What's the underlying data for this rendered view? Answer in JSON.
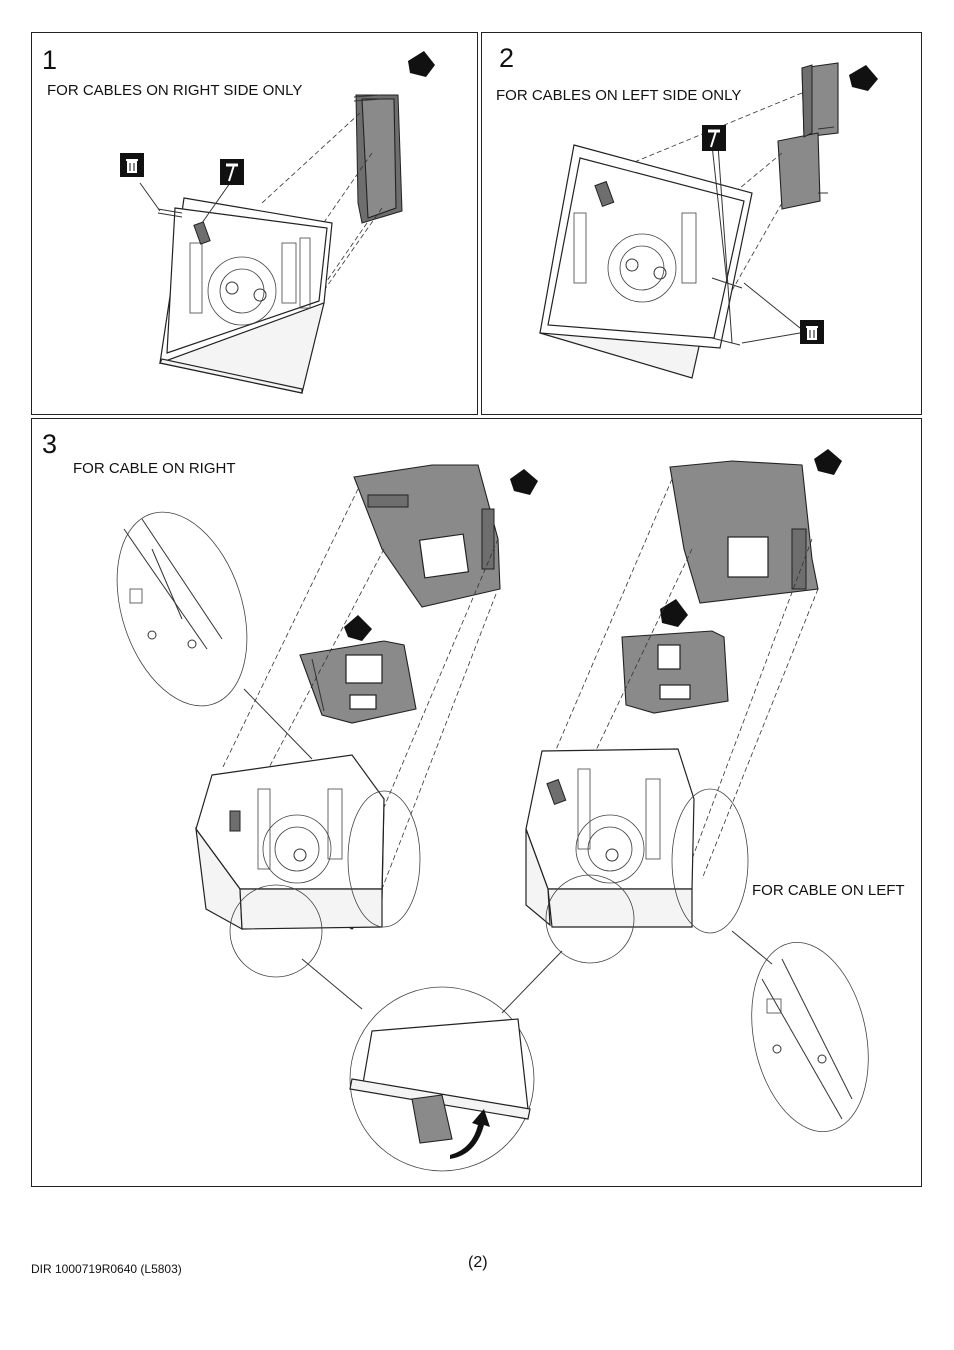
{
  "steps": [
    {
      "number": "1",
      "caption": "FOR CABLES ON RIGHT SIDE ONLY"
    },
    {
      "number": "2",
      "caption": "FOR CABLES ON LEFT SIDE ONLY"
    },
    {
      "number": "3",
      "caption": "FOR CABLE ON RIGHT",
      "caption2": "FOR CABLE ON LEFT"
    }
  ],
  "icons": {
    "trash": "trash-bin-icon",
    "hammer": "hammer-icon",
    "arrow": "push-arrow-icon",
    "rotate": "rotate-arrow-icon"
  },
  "footer": {
    "doc_code": "DIR 1000719R0640 (L5803)",
    "page_number": "(2)"
  }
}
